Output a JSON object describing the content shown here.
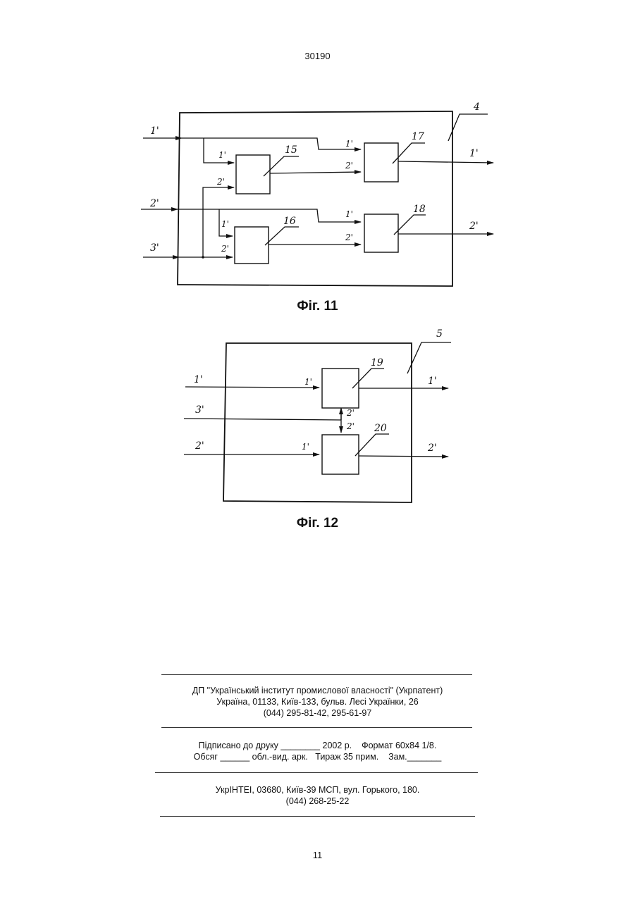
{
  "header": {
    "patent_number": "30190"
  },
  "figure11": {
    "caption": "Фіг. 11",
    "block_ref": "4",
    "block_labels": [
      "15",
      "16",
      "17",
      "18"
    ],
    "inputs": [
      "1'",
      "2'",
      "3'"
    ],
    "outputs": [
      "1'",
      "2'"
    ],
    "port_labels": {
      "one": "1'",
      "two": "2'"
    }
  },
  "figure12": {
    "caption": "Фіг. 12",
    "block_ref": "5",
    "block_labels": [
      "19",
      "20"
    ],
    "inputs": [
      "1'",
      "3'",
      "2'"
    ],
    "outputs": [
      "1'",
      "2'"
    ],
    "port_labels": {
      "one": "1'",
      "two": "2'"
    }
  },
  "imprint": {
    "publisher_line1": "ДП \"Український інститут промислової власності\" (Укрпатент)",
    "publisher_line2": "Україна, 01133, Київ-133, бульв. Лесі Українки, 26",
    "publisher_line3": "(044) 295-81-42, 295-61-97",
    "print_line1": "Підписано до друку ________ 2002 р.    Формат 60х84 1/8.",
    "print_line2": "Обсяг ______ обл.-вид. арк.   Тираж 35 прим.    Зам._______",
    "printer_line1": "УкрІНТЕІ, 03680, Київ-39 МСП, вул. Горького, 180.",
    "printer_line2": "(044) 268-25-22"
  },
  "footer": {
    "page_number": "11"
  }
}
